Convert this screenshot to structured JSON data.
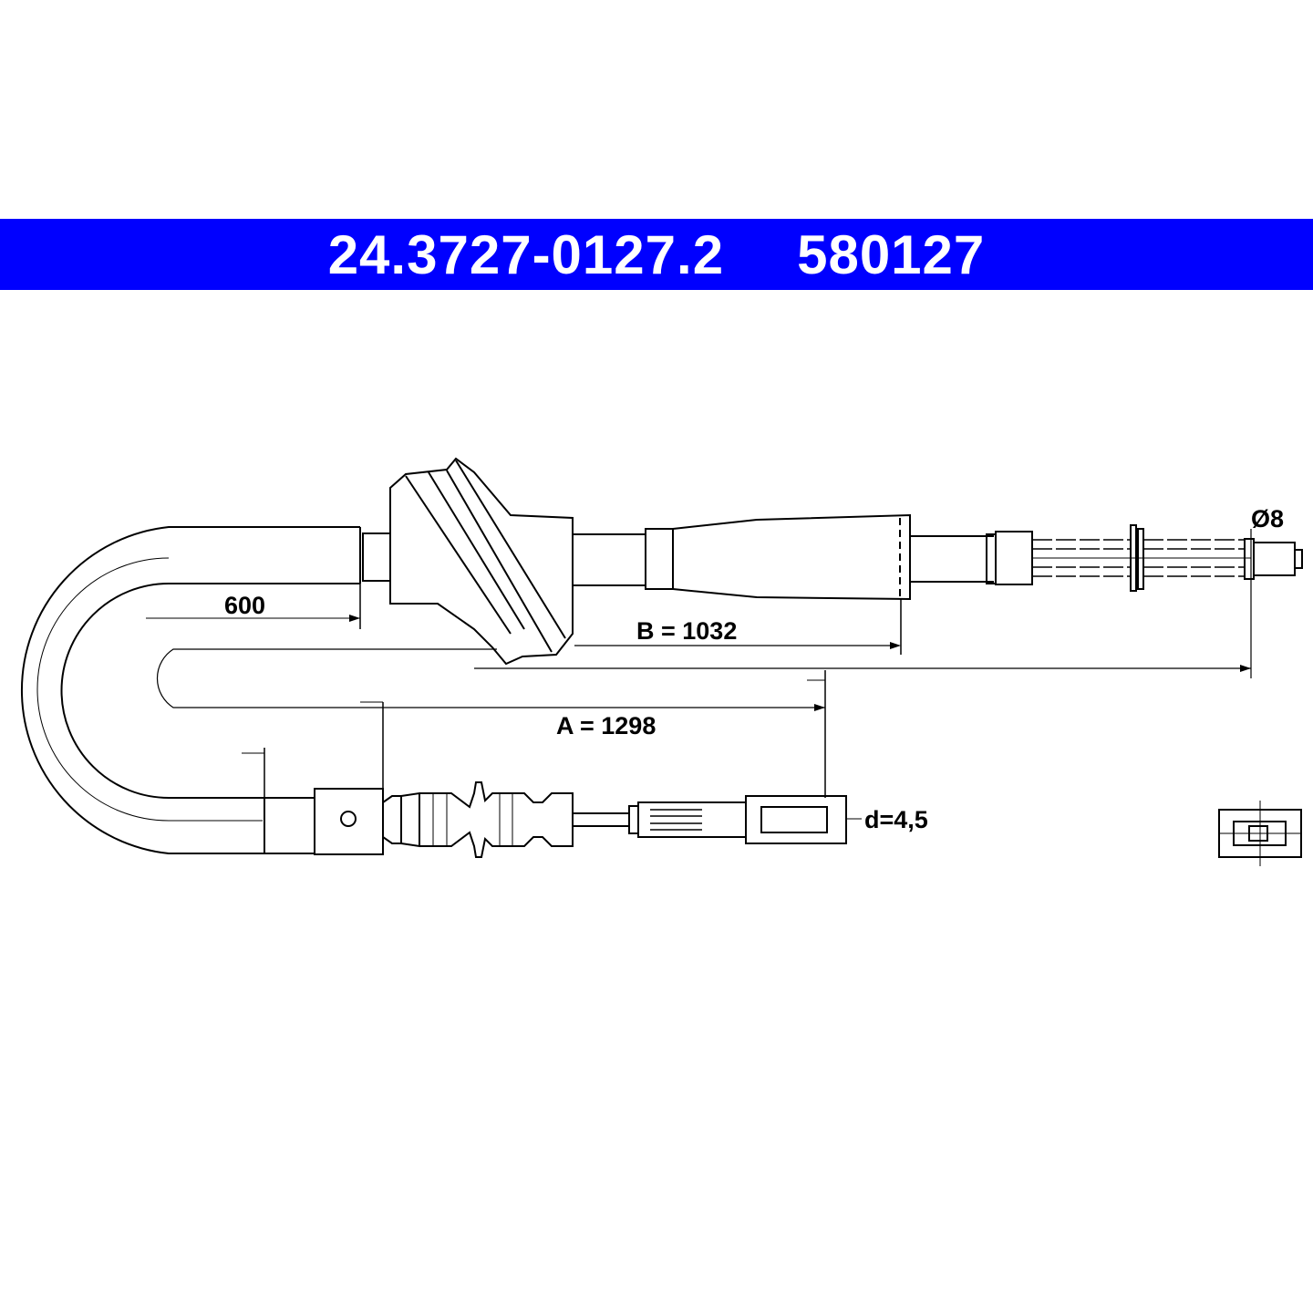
{
  "header": {
    "part_number": "24.3727-0127.2",
    "ref_number": "580127",
    "background_color": "#0000ff",
    "text_color": "#ffffff"
  },
  "drawing": {
    "labels": {
      "dim_600": "600",
      "dim_b": "B = 1032",
      "dim_a": "A = 1298",
      "diameter": "Ø8",
      "end_d": "d=4,5"
    }
  }
}
